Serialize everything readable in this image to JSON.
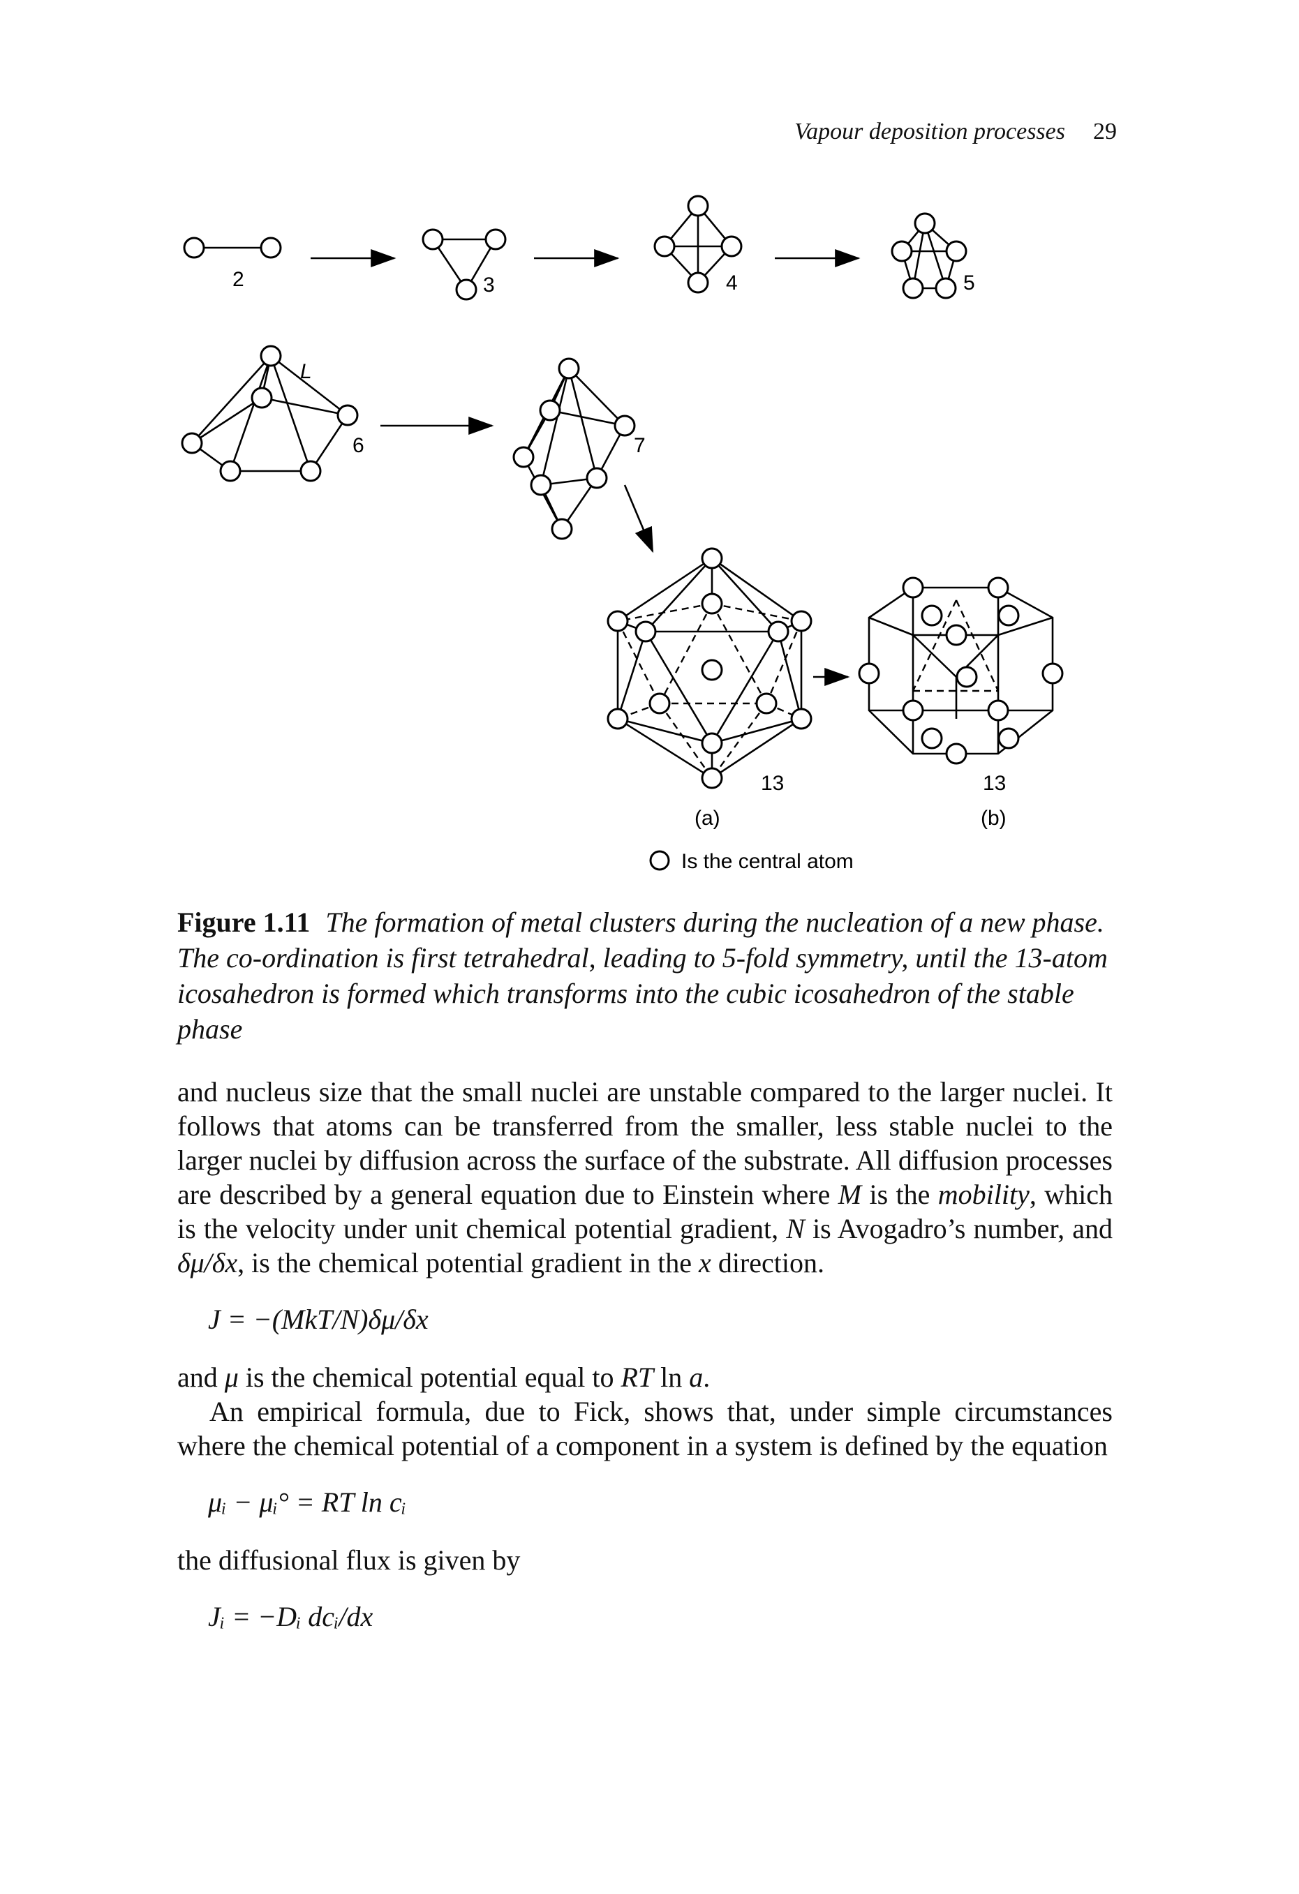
{
  "header": {
    "running_title": "Vapour deposition processes",
    "page_number": "29"
  },
  "figure": {
    "cluster_labels": [
      "2",
      "3",
      "4",
      "5",
      "6",
      "7",
      "13",
      "13"
    ],
    "ligand_label": "L",
    "panel_labels": [
      "(a)",
      "(b)"
    ],
    "legend_text": "Is the central atom"
  },
  "caption": {
    "figure_number": "Figure 1.11",
    "text": "The formation of metal clusters during the nucleation of a new phase. The co-ordination is first tetrahedral, leading to 5-fold symmetry, until the 13-atom icosahedron is formed which transforms into the cubic icosahedron of the stable phase"
  },
  "body": {
    "p1_a": "and nucleus size that the small nuclei are unstable compared to the larger nuclei. It follows that atoms can be transferred from the smaller, less stable nuclei to the larger nuclei by diffusion across the surface of the substrate. All diffusion processes are described by a general equation due to Einstein where ",
    "p1_M": "M",
    "p1_b": " is the ",
    "p1_mobility": "mobility",
    "p1_c": ", which is the velocity under unit chemical potential gradient, ",
    "p1_N": "N",
    "p1_d": " is Avogadro’s number, and ",
    "p1_grad": "δμ/δx",
    "p1_e": ", is the chemical potential gradient in the ",
    "p1_x": "x",
    "p1_f": " direction.",
    "eq1": "J = −(MkT/N)δμ/δx",
    "p2_a": "and ",
    "p2_mu": "μ",
    "p2_b": " is the chemical potential equal to ",
    "p2_RT": "RT",
    "p2_ln": " ln ",
    "p2_a_var": "a",
    "p2_end": ".",
    "p3": "An empirical formula, due to Fick, shows that, under simple circumstances where the chemical potential of a component in a system is defined by the equation",
    "eq2": "μᵢ − μᵢ° = RT ln cᵢ",
    "p4": "the diffusional flux is given by",
    "eq3": "Jᵢ = −Dᵢ dcᵢ/dx"
  }
}
